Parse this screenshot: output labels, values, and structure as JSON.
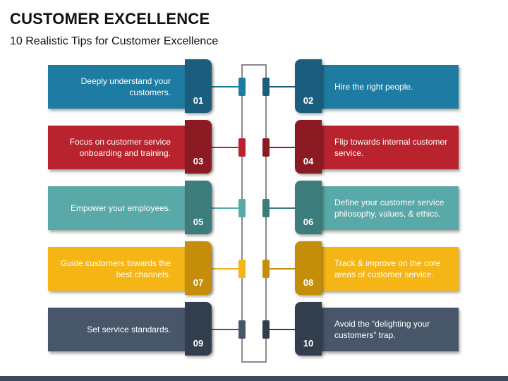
{
  "header": {
    "title": "CUSTOMER EXCELLENCE",
    "subtitle": "10 Realistic Tips for Customer Excellence"
  },
  "colors": {
    "blue_panel": "#1e7ca3",
    "blue_tab": "#1a5d7c",
    "red_panel": "#b8232e",
    "red_tab": "#8c1a22",
    "teal_panel": "#58a9a7",
    "teal_tab": "#3c7c7a",
    "yellow_panel": "#f4b515",
    "yellow_tab": "#c48d0a",
    "slate_panel": "#48566a",
    "slate_tab": "#323e4e"
  },
  "tips": [
    {
      "number": "01",
      "text": "Deeply understand your customers."
    },
    {
      "number": "02",
      "text": "Hire the right people."
    },
    {
      "number": "03",
      "text": "Focus on customer service onboarding and training."
    },
    {
      "number": "04",
      "text": "Flip towards internal customer service."
    },
    {
      "number": "05",
      "text": "Empower your employees."
    },
    {
      "number": "06",
      "text": "Define your customer service philosophy, values, & ethics."
    },
    {
      "number": "07",
      "text": "Guide customers towards the best channels."
    },
    {
      "number": "08",
      "text": "Track & improve on the core areas of customer service."
    },
    {
      "number": "09",
      "text": "Set service standards."
    },
    {
      "number": "10",
      "text": "Avoid the “delighting your customers” trap."
    }
  ]
}
